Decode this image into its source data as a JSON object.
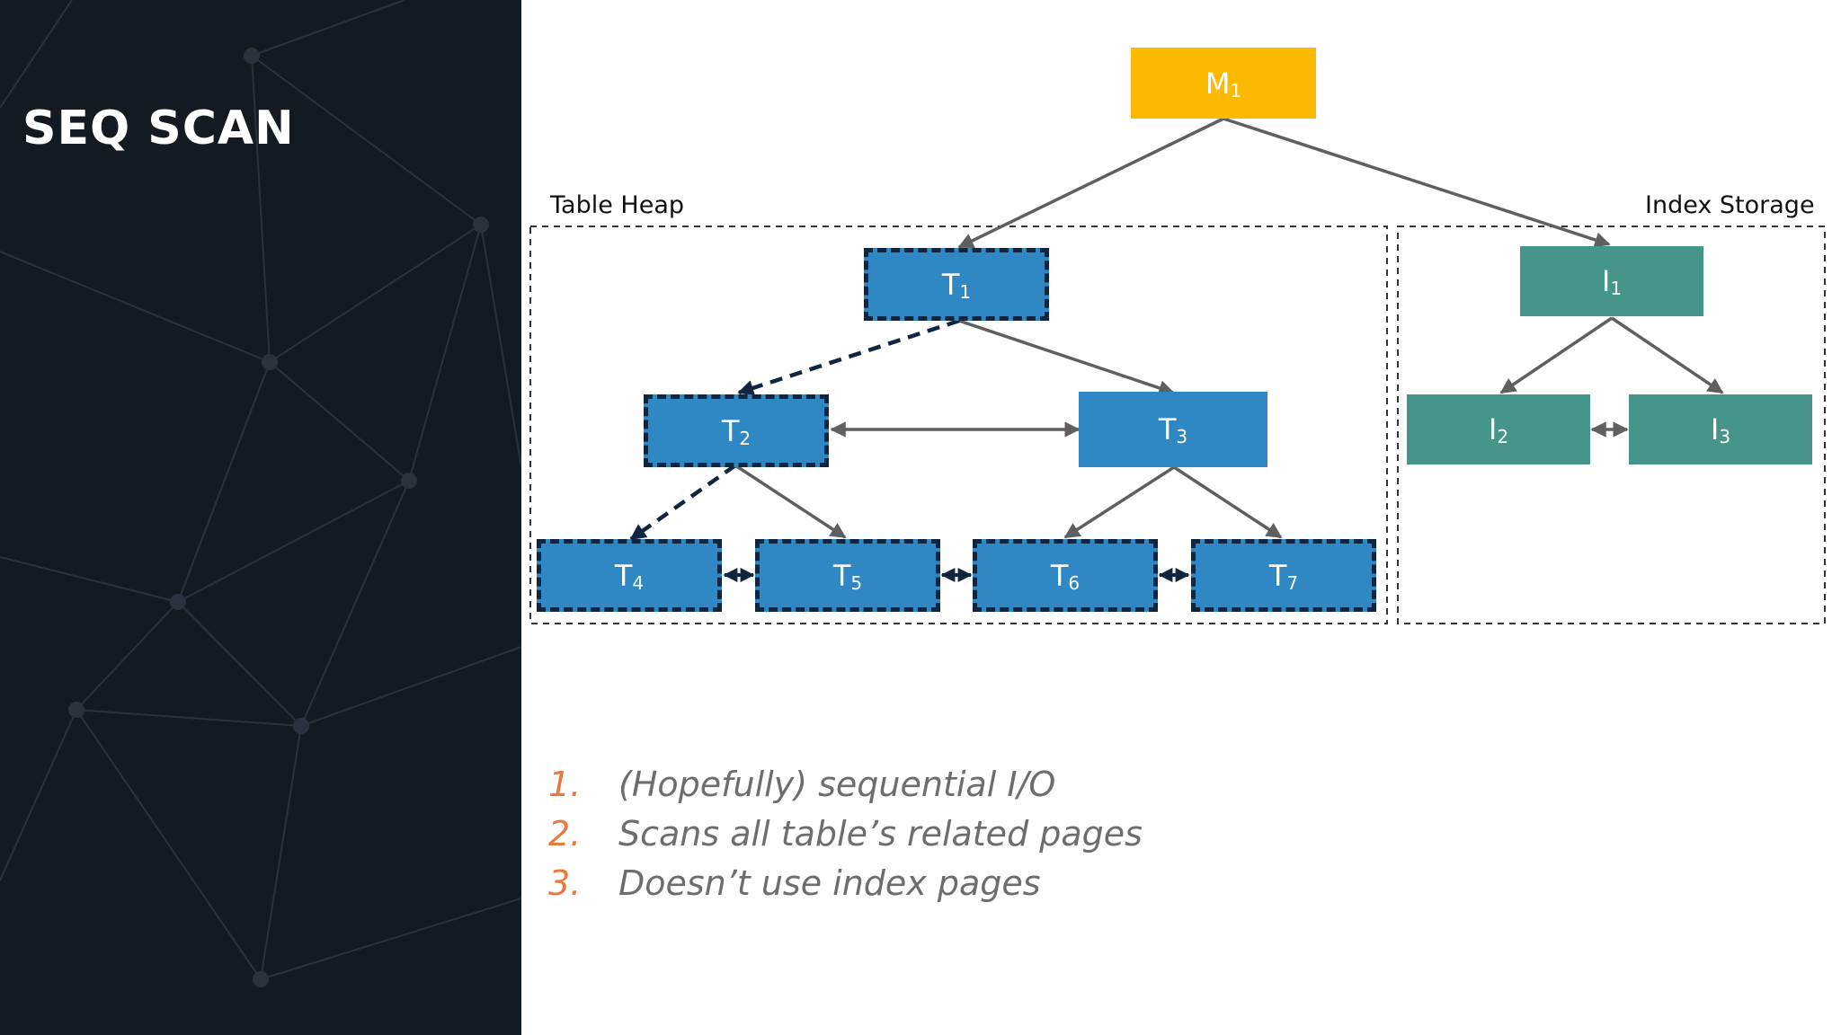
{
  "slide": {
    "title": "SEQ SCAN",
    "accent_color": "#e97a3e",
    "panel_color": "#141a22"
  },
  "diagram": {
    "zones": {
      "table_heap": "Table Heap",
      "index_storage": "Index Storage"
    },
    "nodes": {
      "m1": {
        "base": "M",
        "sub": "1",
        "color": "#fbb901"
      },
      "t1": {
        "base": "T",
        "sub": "1",
        "color": "#2f87c4",
        "scanned": true
      },
      "t2": {
        "base": "T",
        "sub": "2",
        "color": "#2f87c4",
        "scanned": true
      },
      "t3": {
        "base": "T",
        "sub": "3",
        "color": "#2f87c4",
        "scanned": false
      },
      "t4": {
        "base": "T",
        "sub": "4",
        "color": "#2f87c4",
        "scanned": true
      },
      "t5": {
        "base": "T",
        "sub": "5",
        "color": "#2f87c4",
        "scanned": true
      },
      "t6": {
        "base": "T",
        "sub": "6",
        "color": "#2f87c4",
        "scanned": true
      },
      "t7": {
        "base": "T",
        "sub": "7",
        "color": "#2f87c4",
        "scanned": true
      },
      "i1": {
        "base": "I",
        "sub": "1",
        "color": "#46958a"
      },
      "i2": {
        "base": "I",
        "sub": "2",
        "color": "#46958a"
      },
      "i3": {
        "base": "I",
        "sub": "3",
        "color": "#46958a"
      }
    }
  },
  "points": [
    {
      "num": "1.",
      "text": "(Hopefully) sequential I/O"
    },
    {
      "num": "2.",
      "text": "Scans all table’s related pages"
    },
    {
      "num": "3.",
      "text": "Doesn’t use index pages"
    }
  ]
}
